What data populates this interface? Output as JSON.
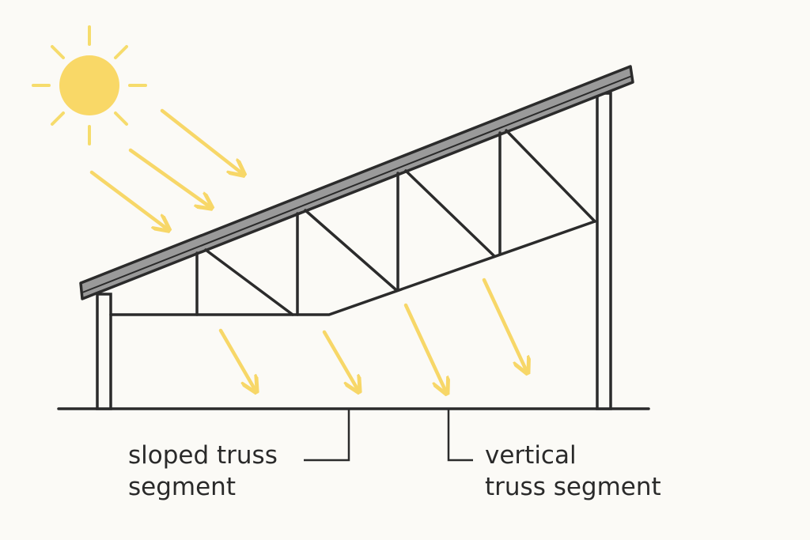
{
  "labels": {
    "sloped": {
      "line1": "sloped truss",
      "line2": "segment"
    },
    "vertical": {
      "line1": "vertical",
      "line2": "truss segment"
    }
  },
  "colors": {
    "sun": "#f9d867",
    "sun_rays": "#f6dc6c",
    "light_arrows": "#f7d768",
    "structure": "#2b2b2b",
    "roof_panel": "#9a9a9a",
    "background": "#fbfaf6"
  },
  "icons": {
    "sun": "sun-icon"
  }
}
